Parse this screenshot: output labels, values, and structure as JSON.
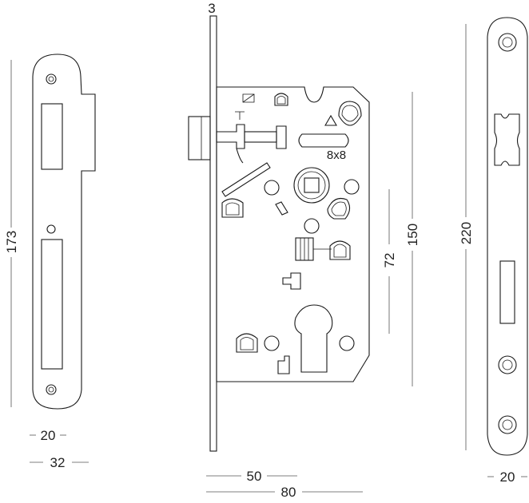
{
  "dimensions": {
    "left_height": "173",
    "left_width_inner": "20",
    "left_width_outer": "32",
    "faceplate_thickness": "3",
    "backset": "50",
    "case_width": "80",
    "handle_to_cylinder": "72",
    "case_height": "150",
    "faceplate_length": "220",
    "right_width": "20"
  },
  "labels": {
    "spindle_size": "8x8"
  }
}
